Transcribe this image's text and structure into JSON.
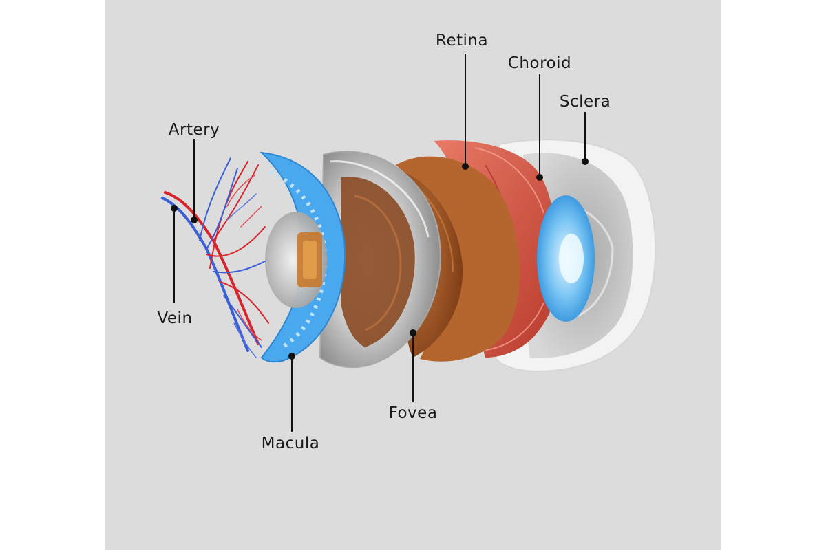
{
  "labels": {
    "artery": "Artery",
    "vein": "Vein",
    "macula": "Macula",
    "fovea": "Fovea",
    "retina": "Retina",
    "choroid": "Choroid",
    "sclera": "Sclera"
  },
  "colors": {
    "background": "#dcdcdc",
    "artery": "#d8242c",
    "vein": "#3b5fd6",
    "macula_layer": "#4aa8ee",
    "retina_layer": "#a8582a",
    "choroid_layer": "#d9534a",
    "sclera_layer": "#f2f2f2"
  }
}
